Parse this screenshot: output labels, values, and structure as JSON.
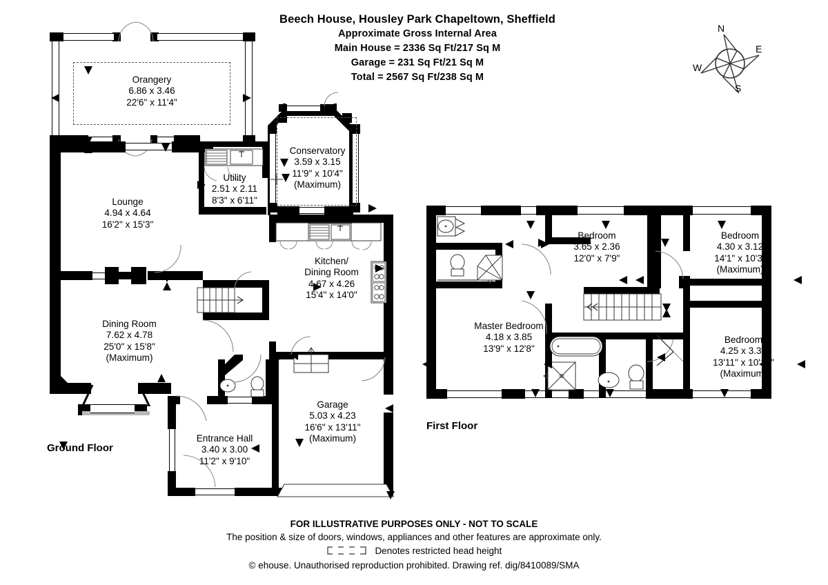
{
  "header": {
    "title": "Beech House, Housley Park Chapeltown, Sheffield",
    "line1": "Approximate Gross Internal Area",
    "line2": "Main House = 2336 Sq Ft/217 Sq M",
    "line3": "Garage = 231 Sq Ft/21 Sq M",
    "line4": "Total = 2567 Sq Ft/238 Sq M"
  },
  "compass": {
    "north": "N",
    "east": "E",
    "south": "S",
    "west": "W"
  },
  "floors": [
    {
      "id": "ground",
      "label": "Ground Floor"
    },
    {
      "id": "first",
      "label": "First Floor"
    }
  ],
  "ground_rooms": [
    {
      "name": "Orangery",
      "metric": "6.86 x 3.46",
      "imperial": "22'6\" x 11'4\"",
      "note": ""
    },
    {
      "name": "Conservatory",
      "metric": "3.59 x 3.15",
      "imperial": "11'9\" x 10'4\"",
      "note": "(Maximum)"
    },
    {
      "name": "Utility",
      "metric": "2.51 x 2.11",
      "imperial": "8'3\" x 6'11\"",
      "note": ""
    },
    {
      "name": "Lounge",
      "metric": "4.94 x 4.64",
      "imperial": "16'2\" x 15'3\"",
      "note": ""
    },
    {
      "name": "Kitchen/\nDining Room",
      "metric": "4.67 x 4.26",
      "imperial": "15'4\" x 14'0\"",
      "note": ""
    },
    {
      "name": "Dining Room",
      "metric": "7.62 x 4.78",
      "imperial": "25'0\" x 15'8\"",
      "note": "(Maximum)"
    },
    {
      "name": "Garage",
      "metric": "5.03 x 4.23",
      "imperial": "16'6\" x 13'11\"",
      "note": "(Maximum)"
    },
    {
      "name": "Entrance Hall",
      "metric": "3.40 x 3.00",
      "imperial": "11'2\" x 9'10\"",
      "note": ""
    }
  ],
  "first_rooms": [
    {
      "name": "Bedroom",
      "metric": "3.65 x 2.36",
      "imperial": "12'0\" x 7'9\"",
      "note": ""
    },
    {
      "name": "Bedroom",
      "metric": "4.30 x 3.12",
      "imperial": "14'1\" x 10'3\"",
      "note": "(Maximum)"
    },
    {
      "name": "Master Bedroom",
      "metric": "4.18 x 3.85",
      "imperial": "13'9\" x 12'8\"",
      "note": ""
    },
    {
      "name": "Bedroom",
      "metric": "4.25 x 3.30",
      "imperial": "13'11\" x 10'10\"",
      "note": "(Maximum)"
    }
  ],
  "footer": {
    "disclaimer": "FOR ILLUSTRATIVE PURPOSES ONLY - NOT TO SCALE",
    "approx": "The position & size of doors, windows, appliances and other features are approximate only.",
    "legend": "Denotes restricted head height",
    "copyright": "© ehouse. Unauthorised reproduction prohibited. Drawing ref. dig/8410089/SMA"
  },
  "colors": {
    "wall": "#000000",
    "background": "#ffffff",
    "fixture_stroke": "#333333",
    "restricted_dash": "#555555"
  }
}
